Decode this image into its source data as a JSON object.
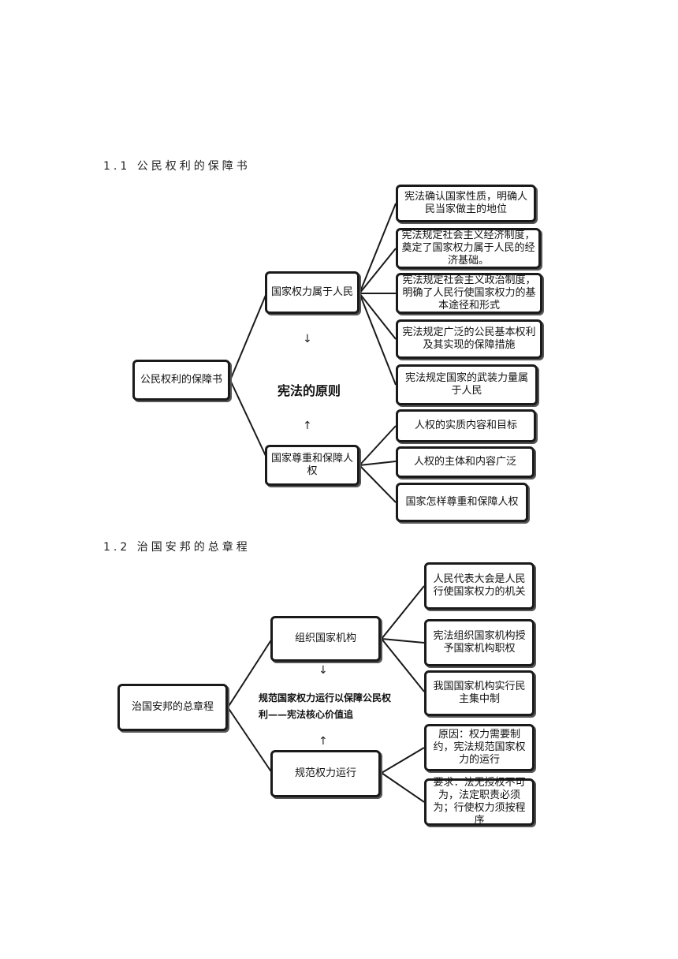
{
  "section1": {
    "title": "1.1 公民权利的保障书",
    "root": "公民权利的保障书",
    "center": "宪法的原则",
    "branch_a": {
      "label": "国家权力属于人民",
      "leaves": [
        "宪法确认国家性质，明确人民当家做主的地位",
        "宪法规定社会主义经济制度，奠定了国家权力属于人民的经济基础。",
        "宪法规定社会主义政治制度，明确了人民行使国家权力的基本途径和形式",
        "宪法规定广泛的公民基本权利及其实现的保障措施",
        "宪法规定国家的武装力量属于人民"
      ]
    },
    "branch_b": {
      "label": "国家尊重和保障人权",
      "leaves": [
        "人权的实质内容和目标",
        "人权的主体和内容广泛",
        "国家怎样尊重和保障人权"
      ]
    }
  },
  "section2": {
    "title": "1.2 治国安邦的总章程",
    "root": "治国安邦的总章程",
    "center": "规范国家权力运行以保障公民权利——宪法核心价值追",
    "branch_a": {
      "label": "组织国家机构",
      "leaves": [
        "人民代表大会是人民行使国家权力的机关",
        "宪法组织国家机构授予国家机构职权",
        "我国国家机构实行民主集中制"
      ]
    },
    "branch_b": {
      "label": "规范权力运行",
      "leaves": [
        "原因：权力需要制约，宪法规范国家权力的运行",
        "要求：法无授权不可为，法定职责必须为；行使权力须按程序"
      ]
    }
  },
  "arrows": {
    "down": "↓",
    "up": "↑"
  }
}
